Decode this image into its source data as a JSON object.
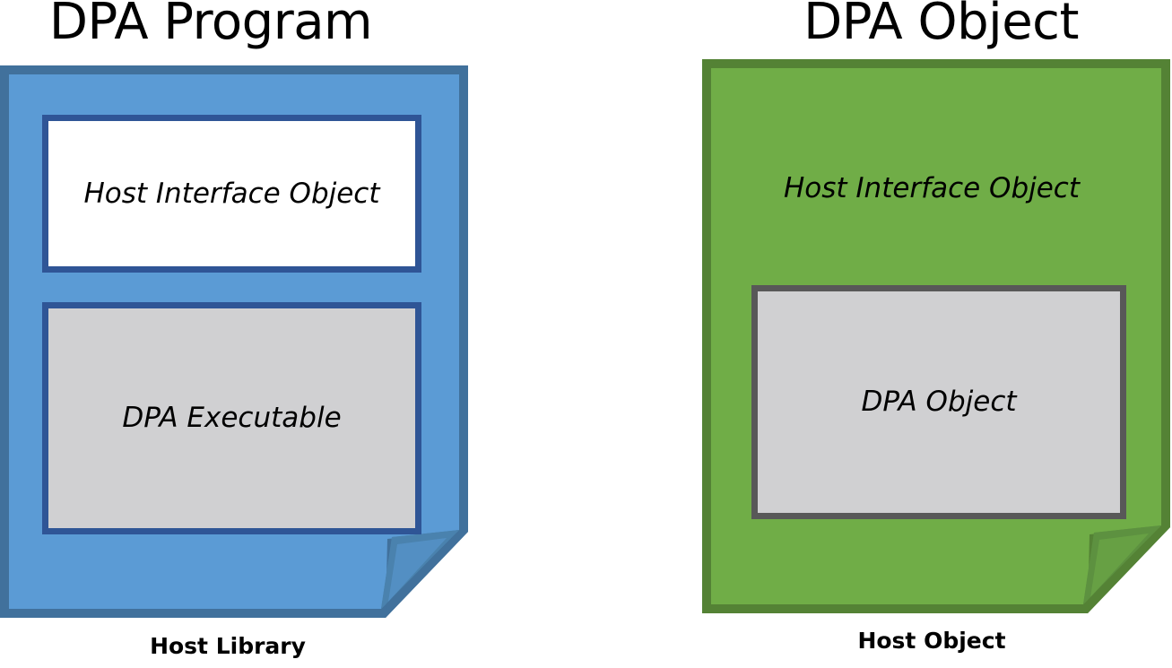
{
  "diagram": {
    "type": "two-panel block diagram",
    "background_color": "#ffffff",
    "panels": [
      {
        "id": "dpa-program",
        "title": "DPA Program",
        "shape": {
          "name": "folded-corner-document",
          "fill_color": "#5b9bd5",
          "border_color": "#41719c",
          "fold_shadow_color": "#41719c"
        },
        "inner_boxes": [
          {
            "label": "Host Interface Object",
            "fill_color": "#ffffff",
            "border_color": "#2f5596"
          },
          {
            "label": "DPA Executable",
            "fill_color": "#d0d0d2",
            "border_color": "#2f5596"
          }
        ],
        "caption": "Host Library"
      },
      {
        "id": "dpa-object",
        "title": "DPA Object",
        "shape": {
          "name": "folded-corner-document",
          "fill_color": "#70ad47",
          "border_color": "#548235",
          "fold_shadow_color": "#548235"
        },
        "free_labels": [
          {
            "label": "Host Interface Object"
          }
        ],
        "inner_boxes": [
          {
            "label": "DPA Object",
            "fill_color": "#d0d0d2",
            "border_color": "#585858"
          }
        ],
        "caption": "Host Object"
      }
    ]
  }
}
